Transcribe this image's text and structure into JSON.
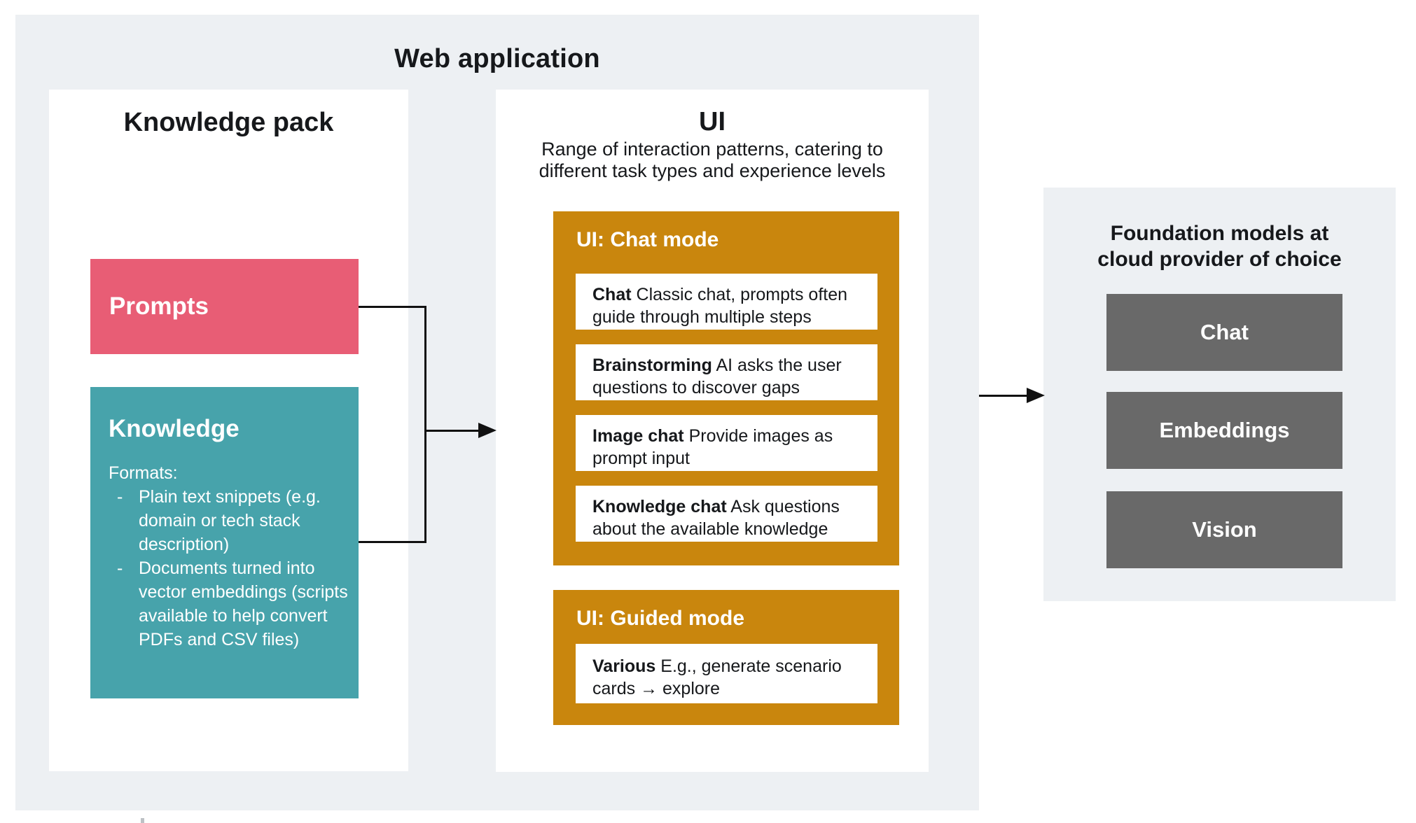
{
  "colors": {
    "panel_background": "#EDF0F3",
    "prompts_box": "#E85D75",
    "knowledge_box": "#47A3AB",
    "mode_box": "#C9860D",
    "model_box": "#696969",
    "card_background": "#FFFFFF",
    "connector": "#111111"
  },
  "web_application": {
    "title": "Web application",
    "knowledge_pack": {
      "title": "Knowledge pack",
      "prompts": {
        "label": "Prompts"
      },
      "knowledge": {
        "label": "Knowledge",
        "formats_label": "Formats:",
        "bullet_marker": "-",
        "formats": [
          "Plain text snippets (e.g. domain or tech stack description)",
          "Documents turned into vector embeddings (scripts available to help convert PDFs and CSV files)"
        ]
      }
    },
    "ui": {
      "title": "UI",
      "subtitle": "Range of interaction patterns, catering to different task types and experience levels",
      "chat_mode": {
        "title": "UI: Chat mode",
        "cards": [
          {
            "term": "Chat",
            "description": "Classic chat, prompts often guide through multiple steps"
          },
          {
            "term": "Brainstorming",
            "description": "AI asks the user questions to discover gaps"
          },
          {
            "term": "Image chat",
            "description": "Provide images as prompt input"
          },
          {
            "term": "Knowledge chat",
            "description": "Ask questions about the available knowledge"
          }
        ]
      },
      "guided_mode": {
        "title": "UI: Guided mode",
        "cards": [
          {
            "term": "Various",
            "description": "E.g., generate scenario cards → explore"
          }
        ]
      }
    }
  },
  "foundation_models": {
    "title": "Foundation models at cloud provider of choice",
    "models": [
      {
        "label": "Chat"
      },
      {
        "label": "Embeddings"
      },
      {
        "label": "Vision"
      }
    ]
  }
}
